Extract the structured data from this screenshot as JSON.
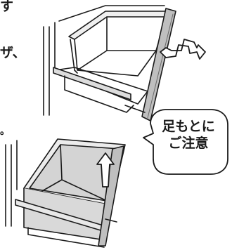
{
  "text_fragments": [
    "す",
    "ザ、",
    "。"
  ],
  "callout": {
    "line1": "足もとに",
    "line2": "ご注意"
  },
  "colors": {
    "outline": "#1a1a1a",
    "door_edge": "#8a8a8a",
    "drawer_top_tint": "#efefef",
    "lower_drawer_fill": "#d9d9d9",
    "arrow_fill": "#ffffff"
  },
  "icons": [
    "zigzag-arrow-icon",
    "up-arrow-icon"
  ]
}
